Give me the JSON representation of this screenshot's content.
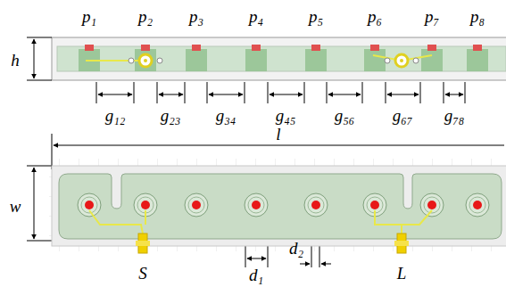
{
  "diagram": {
    "labels": [
      "p₁",
      "p₂",
      "p₃",
      "p₄",
      "p₅",
      "p₆",
      "p₇",
      "p₈",
      "h",
      "g₁₂",
      "g₂₃",
      "g₃₄",
      "g₄₅",
      "g₅₆",
      "g₆₇",
      "g₇₈",
      "l",
      "w",
      "d₁",
      "d₂",
      "S",
      "L"
    ]
  }
}
